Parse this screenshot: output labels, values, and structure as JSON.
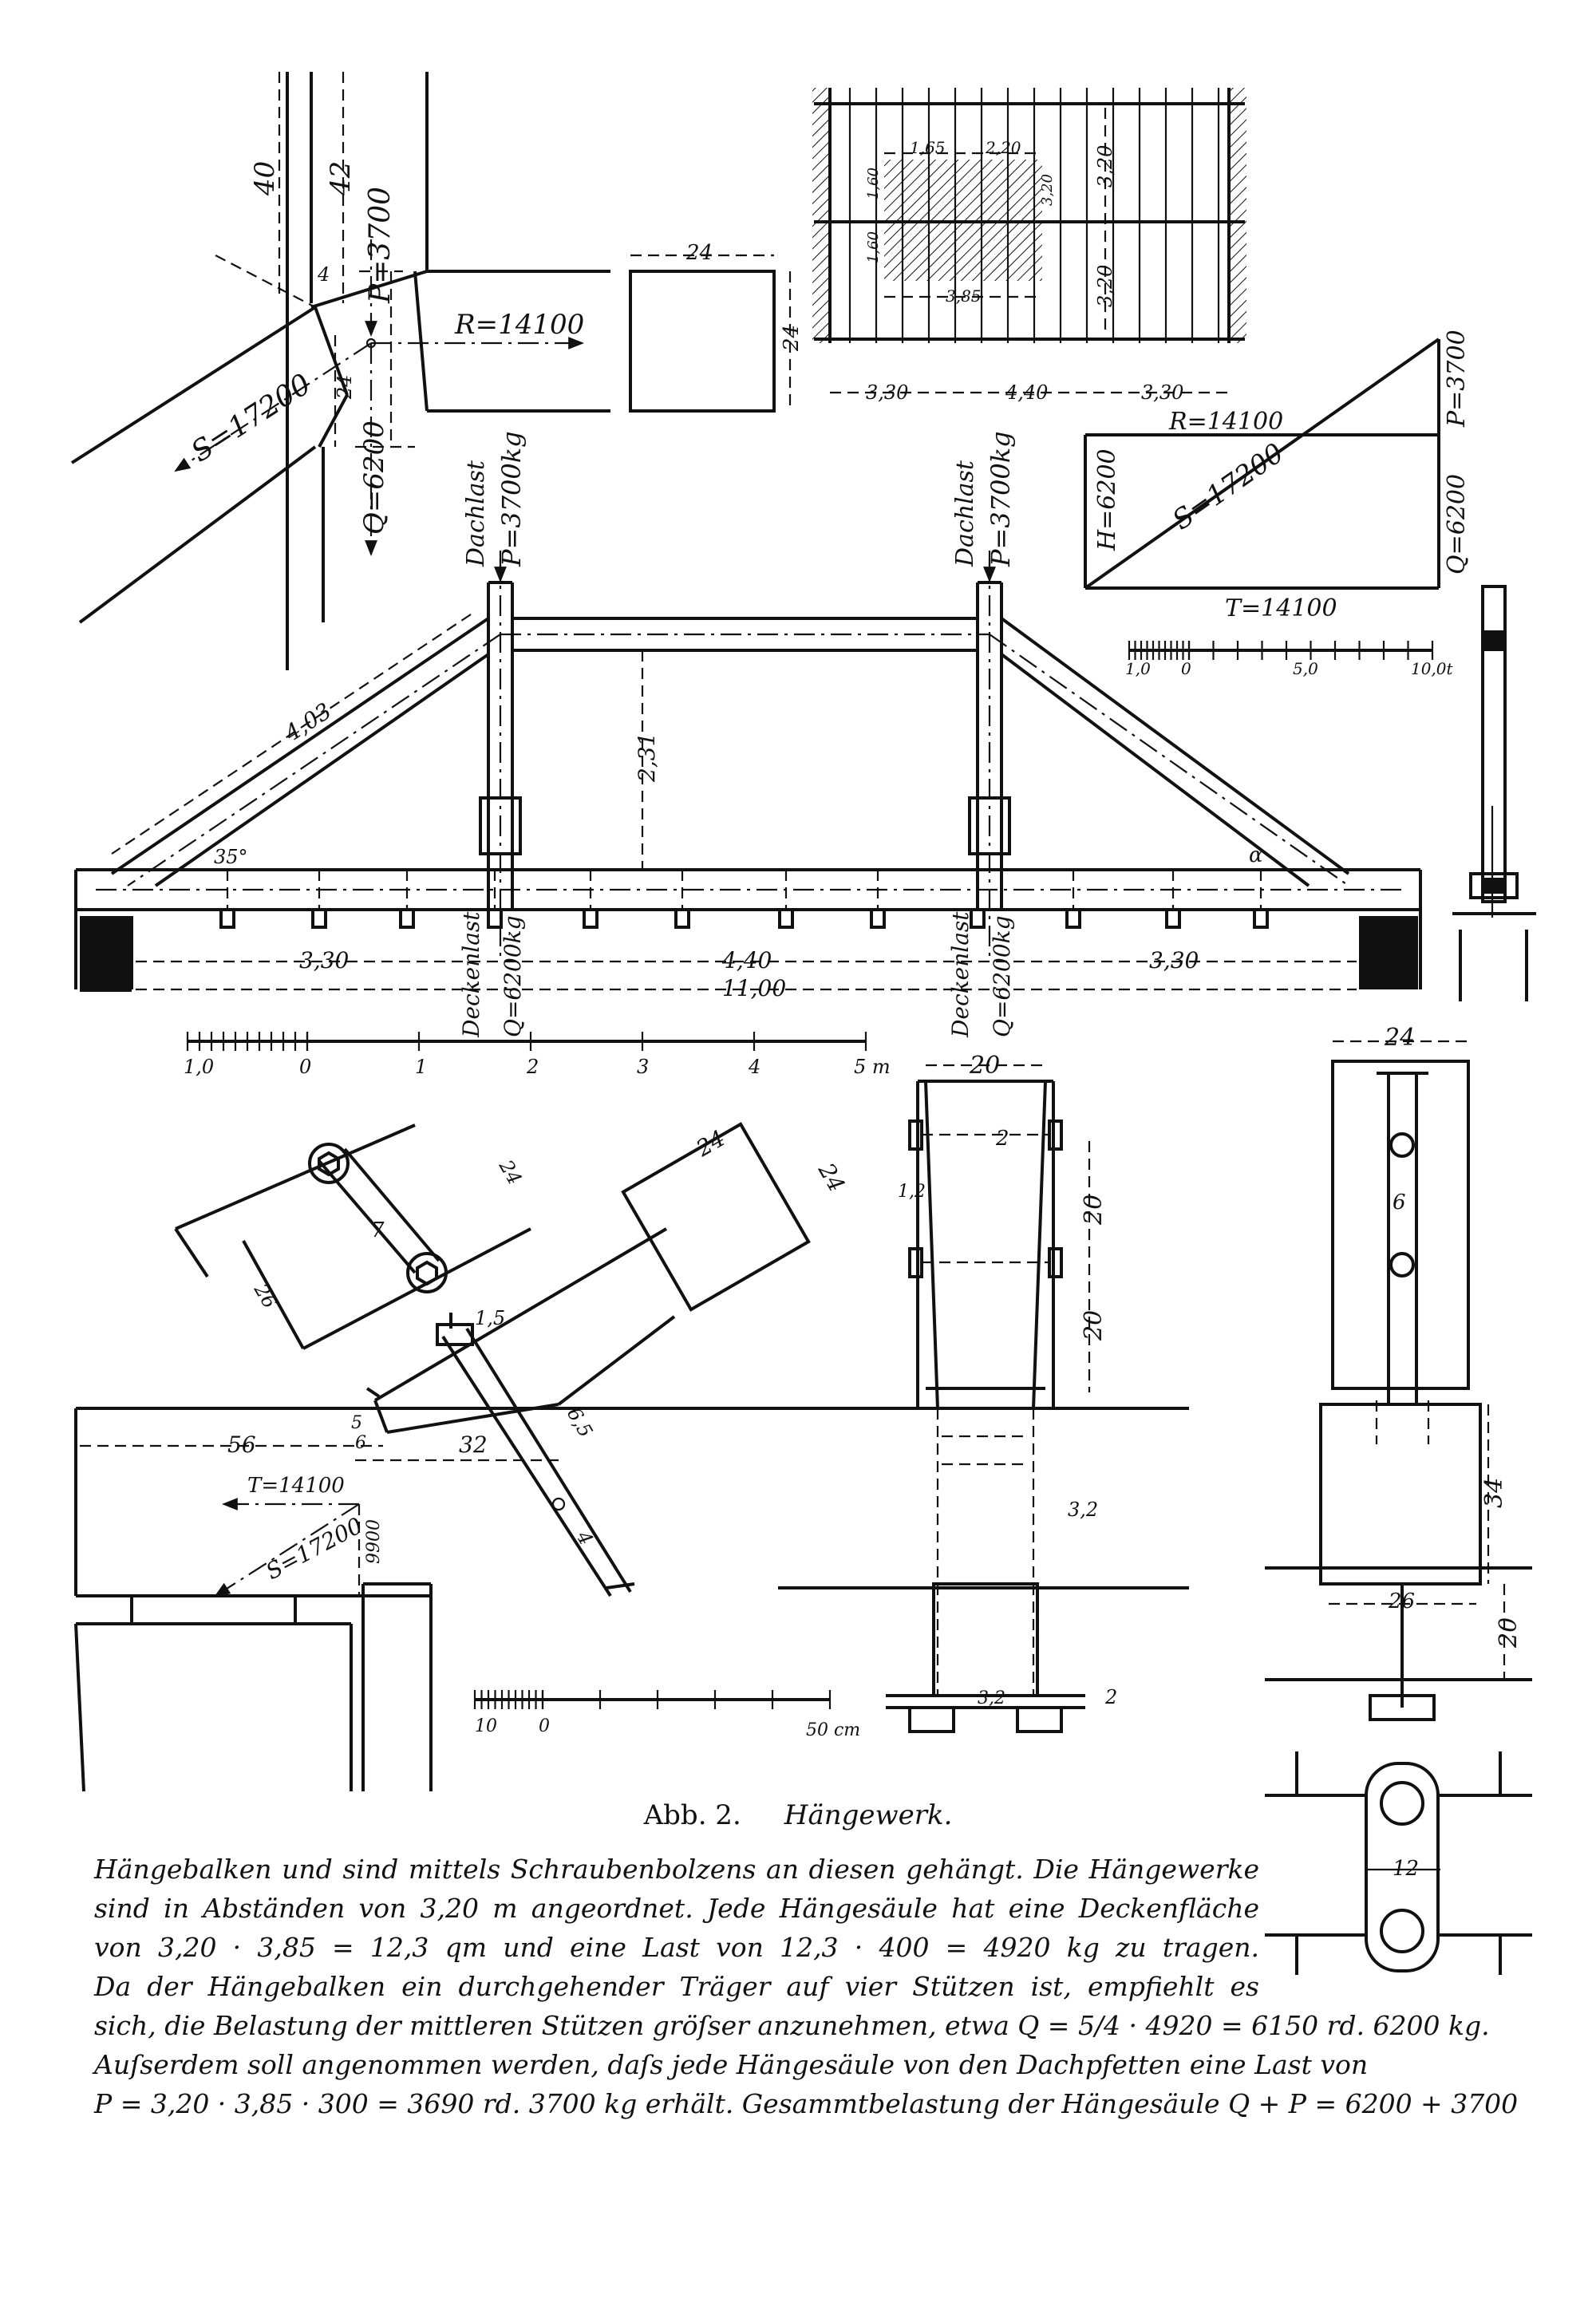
{
  "figure": {
    "caption_number": "Abb. 2.",
    "caption_title": "Hängewerk."
  },
  "grid_plan": {
    "dims_top": [
      "1,65",
      "2,20"
    ],
    "dims_side": [
      "1,60",
      "1,60",
      "3,20",
      "3,20"
    ],
    "dim_inner": "3,85",
    "dims_bottom": [
      "3,30",
      "4,40",
      "3,30"
    ]
  },
  "top_detail": {
    "dim_40": "40",
    "dim_42": "42",
    "dim_4": "4",
    "dim_24_inner": "24",
    "dim_24_block": "24",
    "force_P": "P=3700",
    "force_R": "R=14100",
    "force_S": "S=17200",
    "force_Q": "Q=6200"
  },
  "force_polygon": {
    "R": "R=14100",
    "P": "P=3700",
    "H": "H=6200",
    "S": "S=17200",
    "Q": "Q=6200",
    "T": "T=14100",
    "scale_labels": [
      "1,0",
      "0",
      "5,0",
      "10,0t"
    ]
  },
  "truss": {
    "roof_load_left": "Dachlast",
    "roof_load_left_value": "P=3700kg",
    "roof_load_right": "Dachlast",
    "roof_load_right_value": "P=3700kg",
    "ceiling_load_left": "Deckenlast",
    "ceiling_load_left_value": "Q=6200kg",
    "ceiling_load_right": "Deckenlast",
    "ceiling_load_right_value": "Q=6200kg",
    "dim_diag": "4,03",
    "dim_height": "2,31",
    "angle_left": "35°",
    "angle_right": "α",
    "dim_span_left": "3,30",
    "dim_span_mid": "4,40",
    "dim_span_right": "3,30",
    "dim_total": "11,00",
    "scale_labels": [
      "1,0",
      "0",
      "1",
      "2",
      "3",
      "4",
      "5 m"
    ]
  },
  "detail_joint": {
    "dim_24_a": "24",
    "dim_26": "26",
    "dim_7": "7",
    "dim_24_b": "24",
    "dim_24_c": "24",
    "dim_15": "1,5",
    "dim_65": "6,5",
    "dim_5": "5",
    "dim_6": "6",
    "dim_56": "56",
    "dim_32": "32",
    "force_T": "T=14100",
    "force_S": "S=17200",
    "dim_9900": "9900",
    "dim_4": "4",
    "scale_labels": [
      "10",
      "0",
      "50 cm"
    ]
  },
  "detail_post_front": {
    "dim_20_top": "20",
    "dim_2": "2",
    "dim_12": "1,2",
    "dim_20_a": "20",
    "dim_20_b": "20",
    "dim_32": "3,2",
    "dim_32_bottom": "3,2",
    "dim_2_bottom": "2"
  },
  "detail_post_side": {
    "dim_24": "24",
    "dim_6": "6",
    "dim_34": "34",
    "dim_26": "26",
    "dim_20": "20",
    "dim_12": "12"
  },
  "text": {
    "line1": "Hängebalken und sind mittels Schraubenbolzens an diesen gehängt. Die Hängewerke",
    "line2": "sind in Abständen von 3,20 m angeordnet. Jede Hängesäule hat eine Deckenfläche",
    "line3": "von 3,20 · 3,85 = 12,3 qm und eine Last von 12,3 · 400 = 4920 kg zu tragen.",
    "line4": "Da der Hängebalken ein durchgehender Träger auf vier Stützen ist, empfiehlt es",
    "line5": "sich, die Belastung der mittleren Stützen gröſser anzunehmen, etwa Q = 5/4 · 4920 = 6150 rd. 6200 kg.",
    "line6": "Auſserdem soll angenommen werden, daſs jede Hängesäule von den Dachpfetten eine Last von",
    "line7": "P = 3,20 · 3,85 · 300 = 3690 rd. 3700 kg erhält. Gesammtbelastung der Hängesäule Q + P = 6200 + 3700"
  }
}
